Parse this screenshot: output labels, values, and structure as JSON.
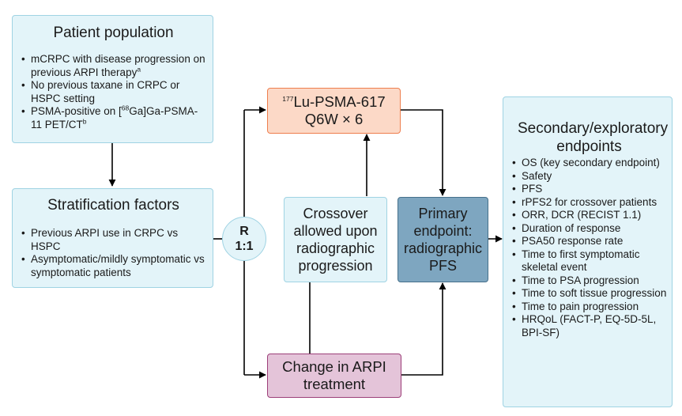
{
  "patient_population": {
    "title": "Patient population",
    "items": [
      "mCRPC with disease progression on previous ARPI therapy",
      "No previous taxane in CRPC or HSPC setting",
      "PSMA-positive on [",
      "Ga]Ga-PSMA-11 PET/CT"
    ],
    "superscripts": [
      "a",
      "68",
      "b"
    ]
  },
  "stratification": {
    "title": "Stratification factors",
    "items": [
      "Previous ARPI use in CRPC vs HSPC",
      "Asymptomatic/mildly symptomatic vs symptomatic patients"
    ]
  },
  "randomization": {
    "line1": "R",
    "line2": "1:1"
  },
  "lu_psma": {
    "sup": "177",
    "line1": "Lu-PSMA-617",
    "line2": "Q6W × 6"
  },
  "crossover": {
    "text": "Crossover allowed upon radiographic progression"
  },
  "arpi": {
    "text": "Change in ARPI treatment"
  },
  "primary": {
    "text": "Primary endpoint: radiographic PFS"
  },
  "secondary": {
    "title": "Secondary/exploratory endpoints",
    "items": [
      "OS (key secondary endpoint)",
      "Safety",
      "PFS",
      "rPFS2 for crossover patients",
      "ORR, DCR (RECIST 1.1)",
      "Duration of response",
      "PSA50 response rate",
      "Time to first symptomatic skeletal event",
      "Time to PSA progression",
      "Time to soft tissue progression",
      "Time to pain progression",
      "HRQoL (FACT-P, EQ-5D-5L, BPI-SF)"
    ]
  },
  "colors": {
    "light_blue_fill": "#e3f4f9",
    "light_blue_border": "#9fd3e3",
    "lu_fill": "#fcd9c7",
    "lu_border": "#ee7e4e",
    "arpi_fill": "#e4c4d9",
    "arpi_border": "#9c3f79",
    "primary_fill": "#7ea6c0",
    "primary_border": "#46708b"
  }
}
